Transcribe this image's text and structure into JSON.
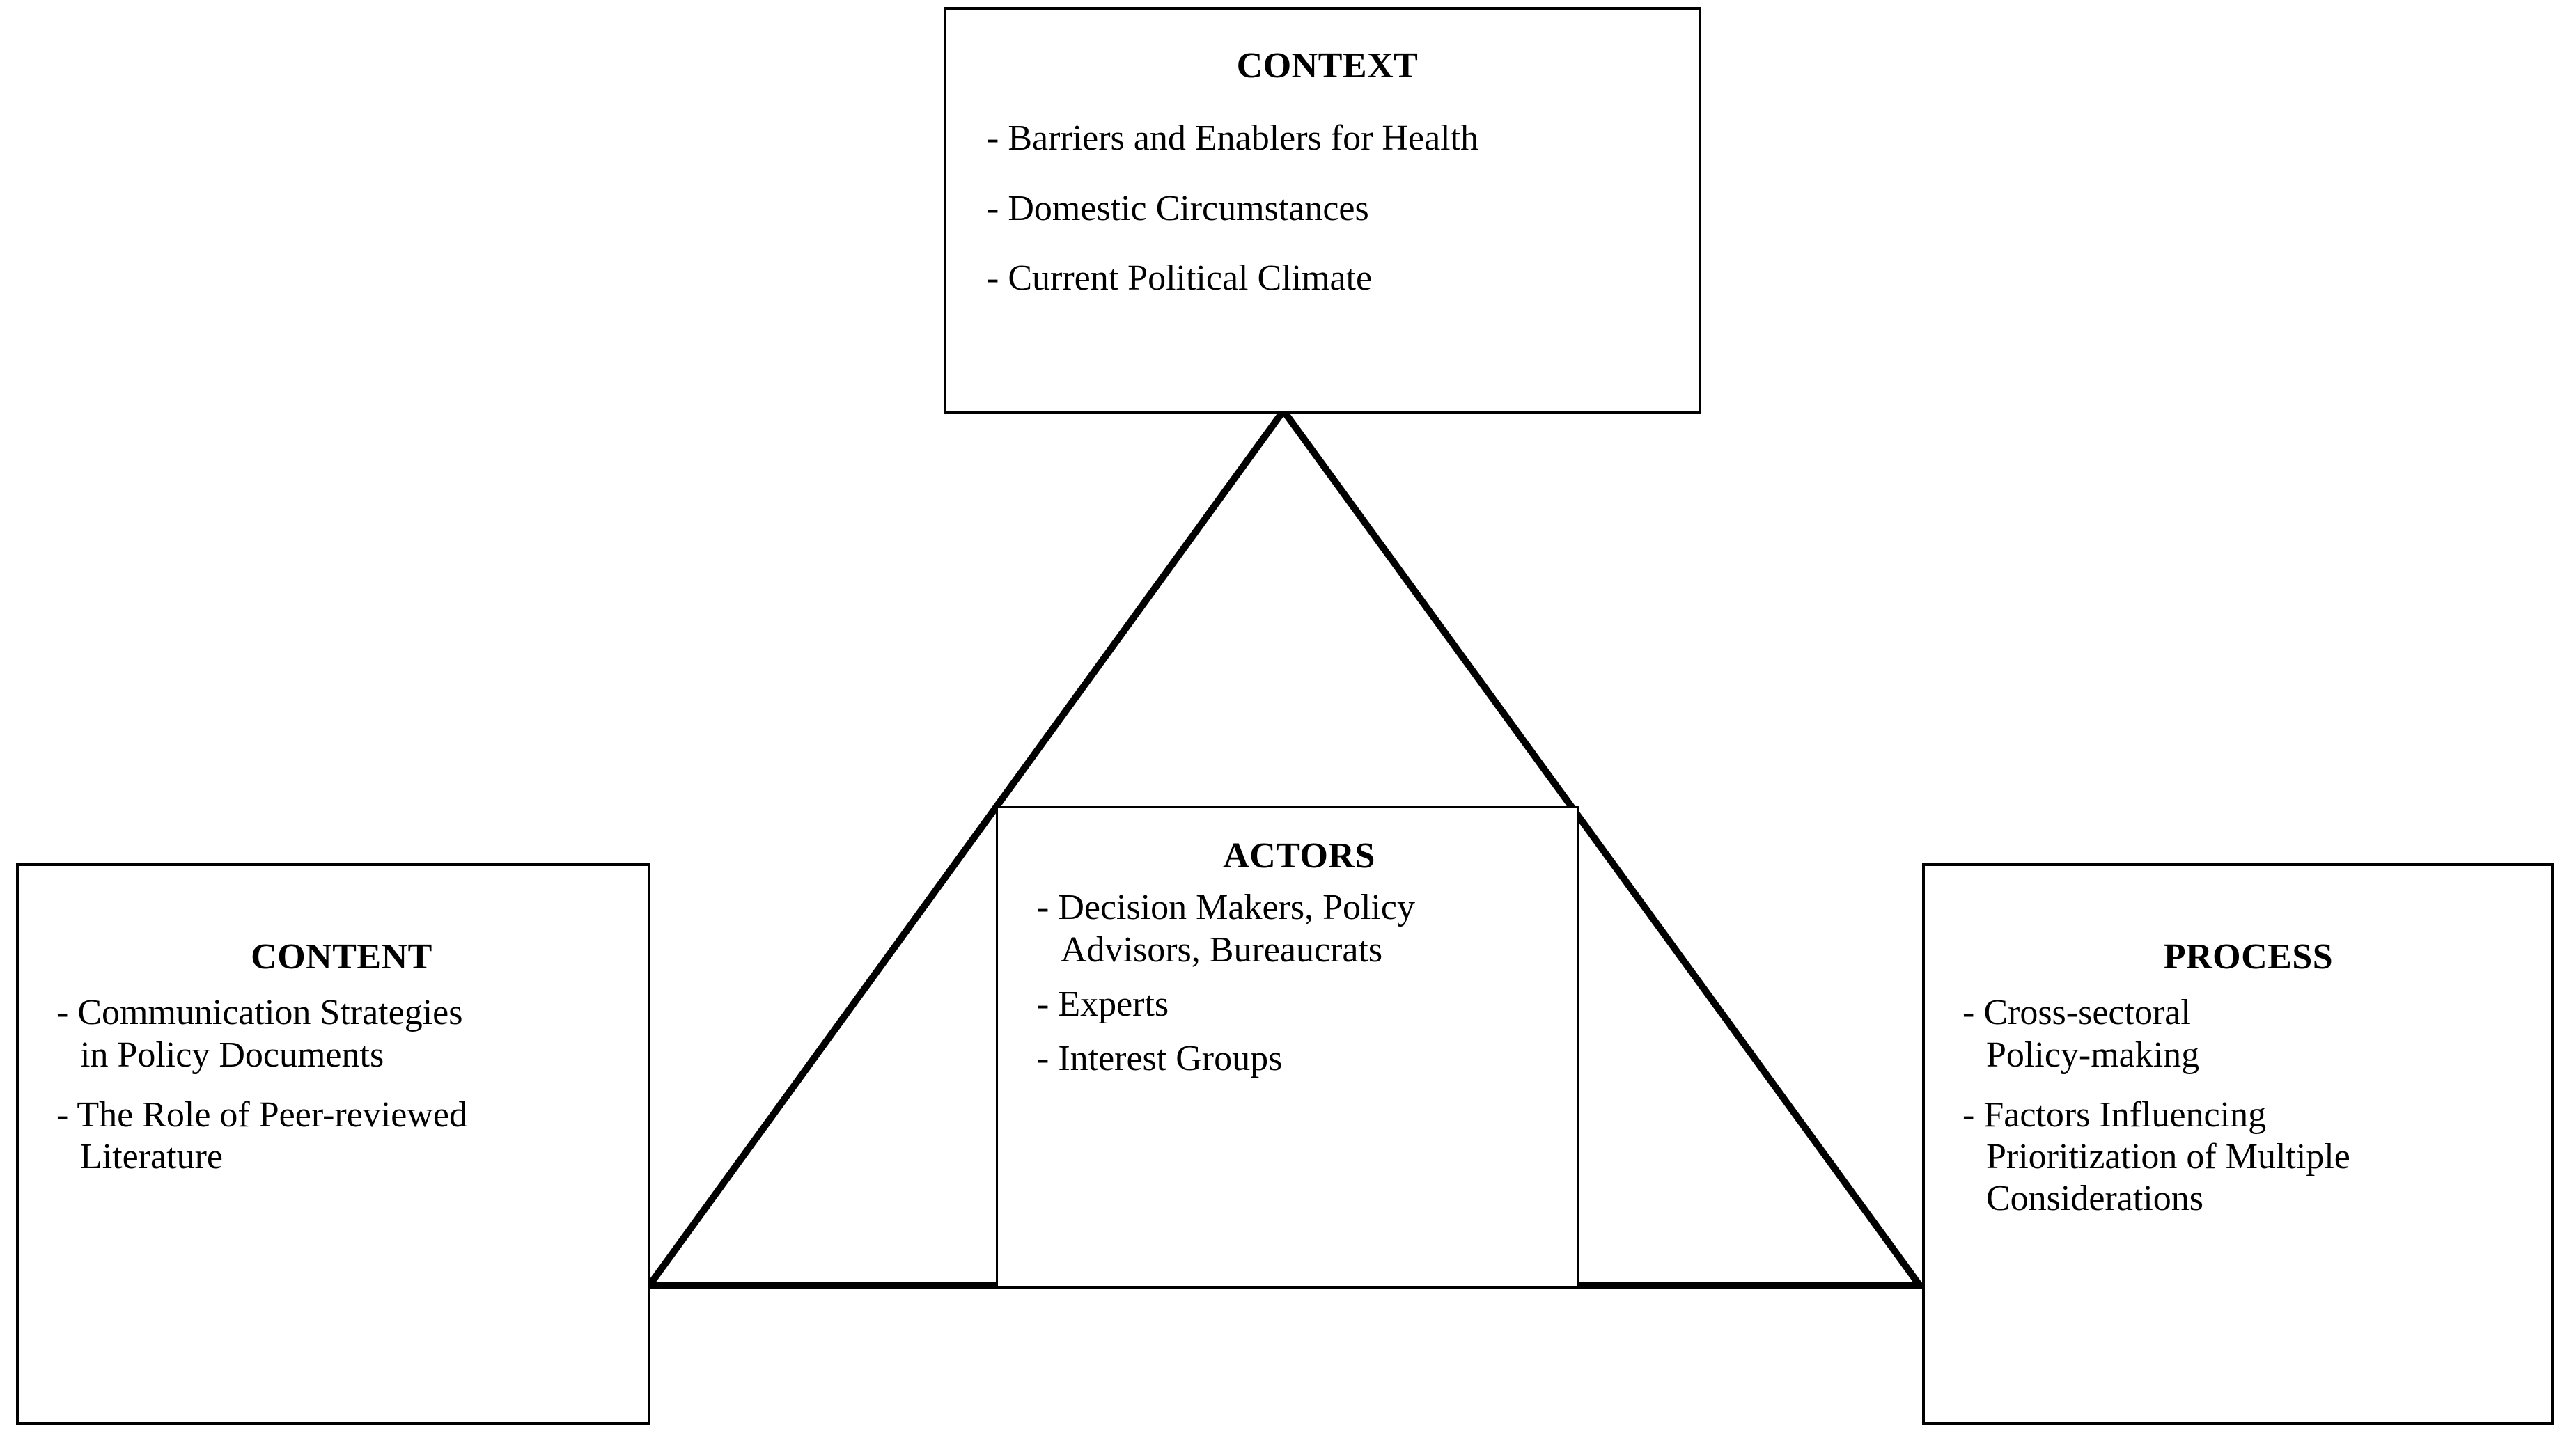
{
  "diagram": {
    "type": "health-policy-triangle",
    "background_color": "#ffffff",
    "stroke_color": "#000000",
    "triangle": {
      "apex": [
        1843,
        590
      ],
      "base_left": [
        932,
        1847
      ],
      "base_right": [
        2757,
        1847
      ],
      "stroke_width": 10
    }
  },
  "context": {
    "title": "CONTEXT",
    "items": [
      "- Barriers and Enablers for Health",
      "- Domestic Circumstances",
      "- Current Political Climate"
    ]
  },
  "content": {
    "title": "CONTENT",
    "items": [
      {
        "line1": "- Communication Strategies",
        "line2": "in Policy Documents"
      },
      {
        "line1": "- The Role of Peer-reviewed",
        "line2": "Literature"
      }
    ]
  },
  "process": {
    "title": "PROCESS",
    "items": [
      {
        "line1": "- Cross-sectoral",
        "line2": "Policy-making"
      },
      {
        "line1": "- Factors Influencing",
        "line2": "Prioritization of Multiple",
        "line3": "Considerations"
      }
    ]
  },
  "actors": {
    "title": "ACTORS",
    "items": [
      {
        "line1": "- Decision Makers, Policy",
        "line2": "Advisors, Bureaucrats"
      },
      {
        "line1": "- Experts"
      },
      {
        "line1": "- Interest Groups"
      }
    ]
  }
}
